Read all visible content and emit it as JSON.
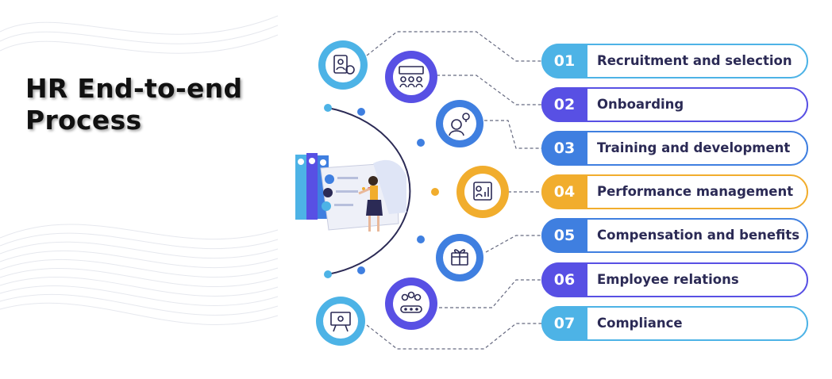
{
  "title": {
    "line1": "HR End-to-end",
    "line2": "Process"
  },
  "colors": {
    "light_blue": "#4db3e6",
    "mid_blue": "#3f7fe0",
    "indigo": "#5850e4",
    "orange": "#f1ad2d",
    "text_dark": "#2b2a55"
  },
  "steps": [
    {
      "number": "01",
      "label": "Recruitment and selection",
      "color": "#4db3e6",
      "icon": "candidate-profile-icon"
    },
    {
      "number": "02",
      "label": "Onboarding",
      "color": "#5850e4",
      "icon": "team-onboarding-icon"
    },
    {
      "number": "03",
      "label": "Training and development",
      "color": "#3f7fe0",
      "icon": "idea-person-icon"
    },
    {
      "number": "04",
      "label": "Performance management",
      "color": "#f1ad2d",
      "icon": "performance-report-icon"
    },
    {
      "number": "05",
      "label": "Compensation and benefits",
      "color": "#3f7fe0",
      "icon": "gift-dollar-icon"
    },
    {
      "number": "06",
      "label": "Employee relations",
      "color": "#5850e4",
      "icon": "employee-group-icon"
    },
    {
      "number": "07",
      "label": "Compliance",
      "color": "#4db3e6",
      "icon": "presentation-board-icon"
    }
  ]
}
